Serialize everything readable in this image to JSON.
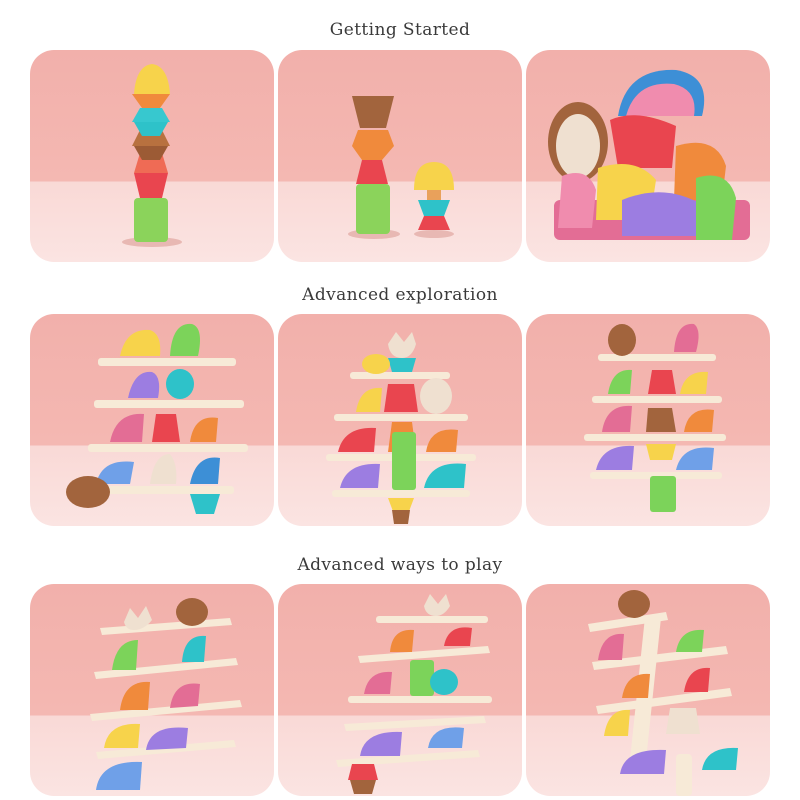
{
  "sections": [
    {
      "title": "Getting Started"
    },
    {
      "title": "Advanced exploration"
    },
    {
      "title": "Advanced ways to play"
    }
  ],
  "colors": {
    "tile_wall": "#f3b3ad",
    "tile_floor": "#fadedb",
    "title_text": "#3a3a3a",
    "plank": "#f7ead7",
    "yellow": "#f7d34b",
    "orange": "#f08a3c",
    "teal": "#2ec2c9",
    "brown": "#a2643d",
    "red": "#e9454f",
    "green": "#7cd35a",
    "pink": "#e36d95",
    "purple": "#9c7de1",
    "blue": "#6fa0e8"
  }
}
